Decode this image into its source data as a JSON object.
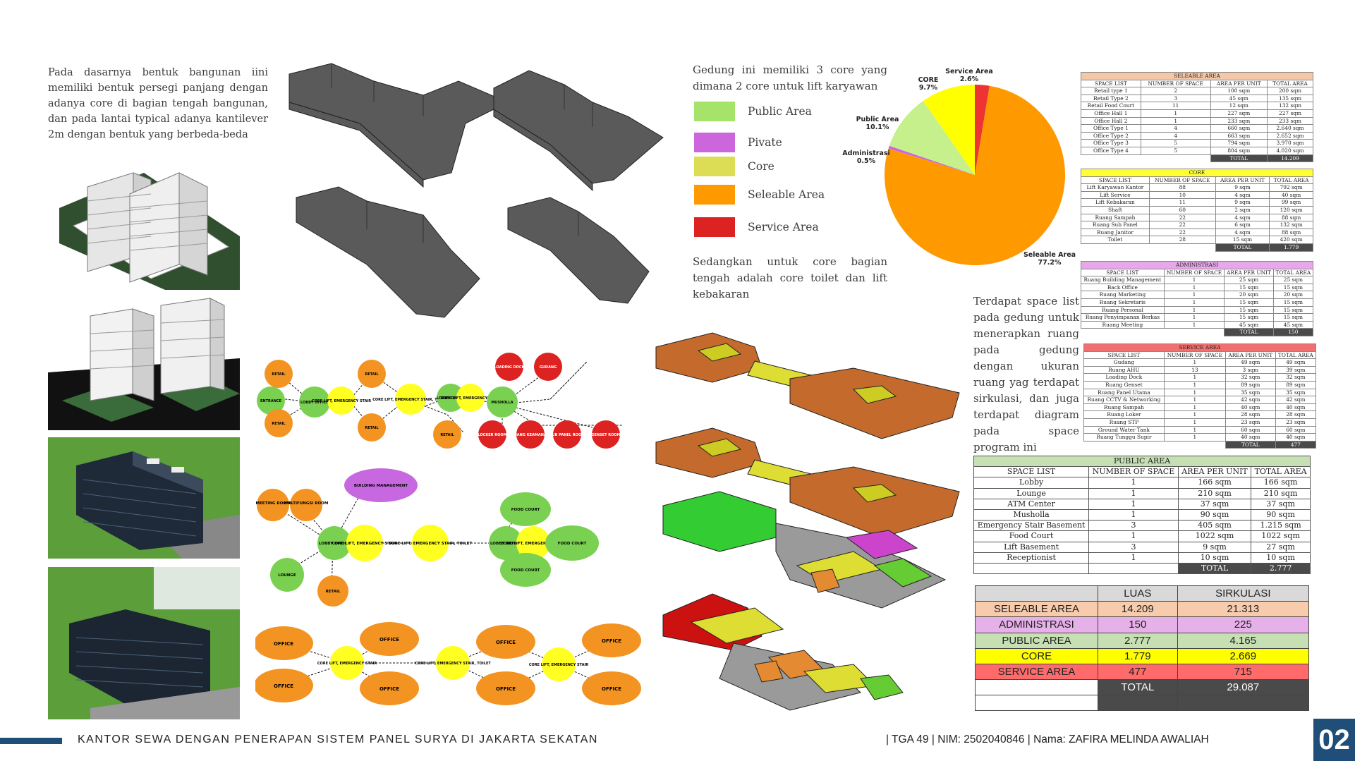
{
  "intro_text": "Pada dasarnya bentuk bangunan iini memiliki bentuk persegi panjang dengan adanya core di bagian tengah bangunan, dan pada lantai typical adanya kantilever 2m dengan bentuk yang berbeda-beda",
  "core_text": "Gedung ini memiliki 3 core yang dimana 2 core untuk lift karyawan",
  "core_text2": "Sedangkan untuk core bagian tengah adalah core toilet dan lift kebakaran",
  "space_text": "Terdapat space list pada gedung untuk menerapkan ruang pada gedung dengan ukuran ruang yag terdapat sirkulasi, dan juga terdapat diagram pada space program ini",
  "legend": [
    {
      "label": "Public Area",
      "color": "#a6e36a"
    },
    {
      "label": "Pivate",
      "color": "#cc66dd"
    },
    {
      "label": "Core",
      "color": "#dddd55"
    },
    {
      "label": "Seleable Area",
      "color": "#ff9900"
    },
    {
      "label": "Service Area",
      "color": "#dd2222"
    }
  ],
  "chart_data": {
    "type": "pie",
    "slices": [
      {
        "label": "Seleable Area",
        "pct_label": "77.2%",
        "value": 77.2,
        "color": "#ff9900"
      },
      {
        "label": "Administrasi",
        "pct_label": "0.5%",
        "value": 0.5,
        "color": "#cc66dd"
      },
      {
        "label": "Public Area",
        "pct_label": "10.1%",
        "value": 10.1,
        "color": "#c5f08c"
      },
      {
        "label": "CORE",
        "pct_label": "9.7%",
        "value": 9.7,
        "color": "#ffff00"
      },
      {
        "label": "Service Area",
        "pct_label": "2.6%",
        "value": 2.6,
        "color": "#ee3333"
      }
    ]
  },
  "table_headers": [
    "SPACE LIST",
    "NUMBER OF SPACE",
    "AREA PER UNIT",
    "TOTAL AREA"
  ],
  "total_label": "TOTAL",
  "tables": {
    "seleable": {
      "title": "SELEABLE AREA",
      "color": "#f4c7a8",
      "rows": [
        [
          "Retail type 1",
          "2",
          "100 sqm",
          "200 sqm"
        ],
        [
          "Retail Type 2",
          "3",
          "45 sqm",
          "135 sqm"
        ],
        [
          "Retail Food Court",
          "11",
          "12 sqm",
          "132 sqm"
        ],
        [
          "Office Hall 1",
          "1",
          "227 sqm",
          "227 sqm"
        ],
        [
          "Office Hall 2",
          "1",
          "233 sqm",
          "233 sqm"
        ],
        [
          "Office Type 1",
          "4",
          "660 sqm",
          "2.640 sqm"
        ],
        [
          "Office Type 2",
          "4",
          "663 sqm",
          "2.652 sqm"
        ],
        [
          "Office Type 3",
          "5",
          "794 sqm",
          "3.970 sqm"
        ],
        [
          "Office Type 4",
          "5",
          "804 sqm",
          "4.020 sqm"
        ]
      ],
      "total": "14.209"
    },
    "core": {
      "title": "CORE",
      "color": "#ffff33",
      "rows": [
        [
          "Lift Karyawan Kantor",
          "88",
          "9 sqm",
          "792 sqm"
        ],
        [
          "Lift Service",
          "10",
          "4 sqm",
          "40 sqm"
        ],
        [
          "Lift Kebakaran",
          "11",
          "9 sqm",
          "99 sqm"
        ],
        [
          "Shaft",
          "60",
          "2 sqm",
          "120 sqm"
        ],
        [
          "Ruang Sampah",
          "22",
          "4 sqm",
          "88 sqm"
        ],
        [
          "Ruang Sub Panel",
          "22",
          "6 sqm",
          "132 sqm"
        ],
        [
          "Ruang Janitor",
          "22",
          "4 sqm",
          "88 sqm"
        ],
        [
          "Toilet",
          "28",
          "15 sqm",
          "420 sqm"
        ]
      ],
      "total": "1.779"
    },
    "admin": {
      "title": "ADMINISTRASI",
      "color": "#e6a8e8",
      "rows": [
        [
          "Ruang Building Management",
          "1",
          "25 sqm",
          "25 sqm"
        ],
        [
          "Back Office",
          "1",
          "15 sqm",
          "15 sqm"
        ],
        [
          "Ruang Marketing",
          "1",
          "20 sqm",
          "20 sqm"
        ],
        [
          "Ruang Sekretaris",
          "1",
          "15 sqm",
          "15 sqm"
        ],
        [
          "Ruang Personal",
          "1",
          "15 sqm",
          "15 sqm"
        ],
        [
          "Ruang Penyimpanan Berkas",
          "1",
          "15 sqm",
          "15 sqm"
        ],
        [
          "Ruang Meeting",
          "1",
          "45 sqm",
          "45 sqm"
        ]
      ],
      "total": "150"
    },
    "service": {
      "title": "SERVICE AREA",
      "color": "#f07070",
      "rows": [
        [
          "Gudang",
          "1",
          "49 sqm",
          "49 sqm"
        ],
        [
          "Ruang AHU",
          "13",
          "3 sqm",
          "39 sqm"
        ],
        [
          "Loading Dock",
          "1",
          "32 sqm",
          "32 sqm"
        ],
        [
          "Ruang Genset",
          "1",
          "89 sqm",
          "89 sqm"
        ],
        [
          "Ruang Panel Utama",
          "1",
          "35 sqm",
          "35 sqm"
        ],
        [
          "Ruang CCTV & Networking",
          "1",
          "42 sqm",
          "42 sqm"
        ],
        [
          "Ruang Sampah",
          "1",
          "40 sqm",
          "40 sqm"
        ],
        [
          "Ruang Loker",
          "1",
          "28 sqm",
          "28 sqm"
        ],
        [
          "Ruang STP",
          "1",
          "23 sqm",
          "23 sqm"
        ],
        [
          "Ground Water Tank",
          "1",
          "60 sqm",
          "60 sqm"
        ],
        [
          "Ruang Tunggu Supir",
          "1",
          "40 sqm",
          "40 sqm"
        ]
      ],
      "total": "477"
    },
    "public": {
      "title": "PUBLIC AREA",
      "color": "#c6e0b4",
      "rows": [
        [
          "Lobby",
          "1",
          "166 sqm",
          "166 sqm"
        ],
        [
          "Lounge",
          "1",
          "210 sqm",
          "210 sqm"
        ],
        [
          "ATM Center",
          "1",
          "37 sqm",
          "37 sqm"
        ],
        [
          "Musholla",
          "1",
          "90 sqm",
          "90 sqm"
        ],
        [
          "Emergency Stair Basement",
          "3",
          "405 sqm",
          "1.215 sqm"
        ],
        [
          "Food Court",
          "1",
          "1022 sqm",
          "1022 sqm"
        ],
        [
          "Lift Basement",
          "3",
          "9 sqm",
          "27 sqm"
        ],
        [
          "Receptionist",
          "1",
          "10 sqm",
          "10 sqm"
        ]
      ],
      "total": "2.777"
    }
  },
  "summary": {
    "head": [
      "",
      "LUAS",
      "SIRKULASI"
    ],
    "rows": [
      {
        "name": "SELEABLE AREA",
        "luas": "14.209",
        "sirk": "21.313",
        "color": "#f8cbad"
      },
      {
        "name": "ADMINISTRASI",
        "luas": "150",
        "sirk": "225",
        "color": "#e6b0e8"
      },
      {
        "name": "PUBLIC AREA",
        "luas": "2.777",
        "sirk": "4.165",
        "color": "#c6e0b4"
      },
      {
        "name": "CORE",
        "luas": "1.779",
        "sirk": "2.669",
        "color": "#ffff00"
      },
      {
        "name": "SERVICE AREA",
        "luas": "477",
        "sirk": "715",
        "color": "#ff6b6b"
      }
    ],
    "total_label": "TOTAL",
    "total": "29.087"
  },
  "bubbles": {
    "d1": {
      "retail": "RETAIL",
      "entrance": "ENTRANCE",
      "lobby": "LOBBY OFFICE",
      "core": "CORE LIFT, EMERGENCY STAIR",
      "core_toilet": "CORE LIFT, EMERGENCY STAIR, TOILET",
      "loading": "LOADING DOCK",
      "gudang": "GUDANG",
      "musholla": "MUSHOLLA",
      "locker": "LOCKER ROOM",
      "keamanan": "RUANG KEAMANAN",
      "subpanel": "SUB PANEL ROOM",
      "genset": "GENSET ROOM"
    },
    "d2": {
      "bm": "BUILDING MANAGEMENT",
      "meeting": "MEETING ROOM",
      "multi": "MULTIFUNGSI ROOM",
      "lobby": "LOBBY OFFICE",
      "lounge": "LOUNGE",
      "retail": "RETAIL",
      "food": "FOOD COURT"
    },
    "d3": {
      "office": "OFFICE"
    }
  },
  "footer": {
    "title": "KANTOR SEWA DENGAN PENERAPAN SISTEM PANEL SURYA DI JAKARTA SEKATAN",
    "info": "| TGA 49 | NIM: 2502040846  | Nama: ZAFIRA MELINDA AWALIAH",
    "page": "02"
  }
}
